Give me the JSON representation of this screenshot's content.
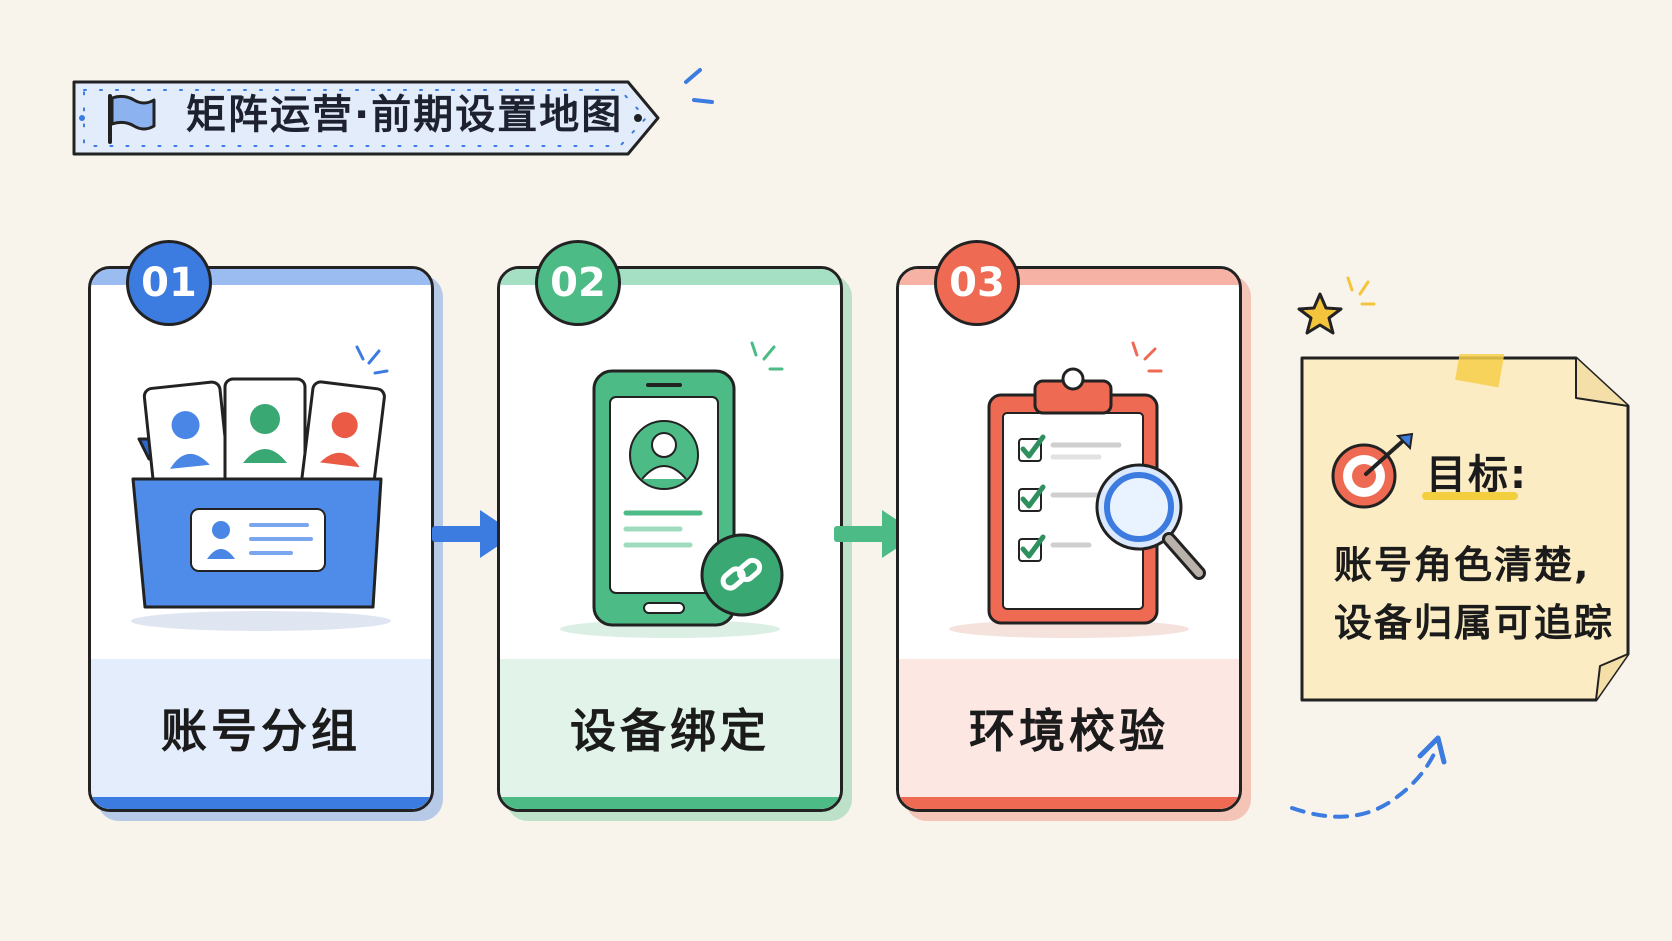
{
  "banner": {
    "title": "矩阵运营·前期设置地图",
    "icon": "flag-icon"
  },
  "steps": [
    {
      "number": "01",
      "label": "账号分组",
      "color": "#3c7be0",
      "icon": "account-folder-icon"
    },
    {
      "number": "02",
      "label": "设备绑定",
      "color": "#4dbb86",
      "icon": "phone-link-icon"
    },
    {
      "number": "03",
      "label": "环境校验",
      "color": "#ee6a52",
      "icon": "clipboard-check-icon"
    }
  ],
  "goal": {
    "label": "目标:",
    "lines": [
      "账号角色清楚,",
      "设备归属可追踪"
    ],
    "icon": "target-icon"
  }
}
